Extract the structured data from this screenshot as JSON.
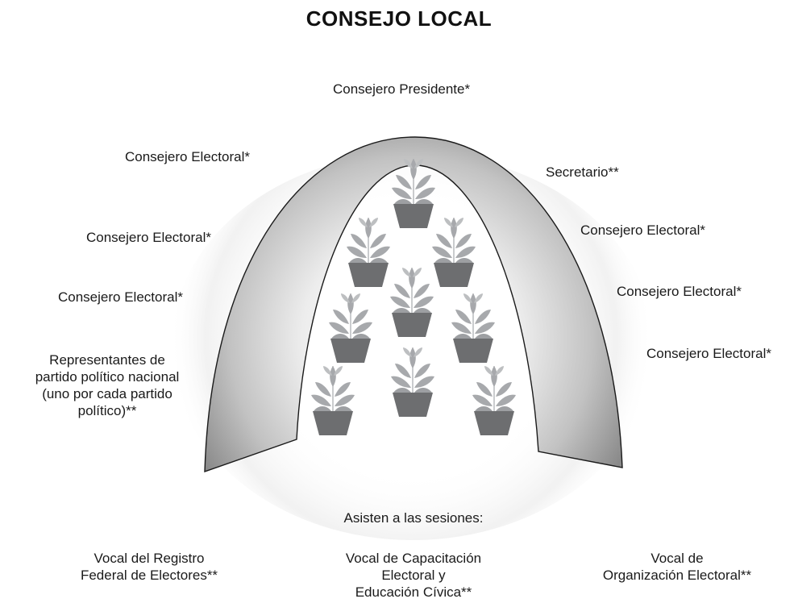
{
  "title": "CONSEJO LOCAL",
  "top_member": "Consejero Presidente*",
  "left_members": [
    "Consejero Electoral*",
    "Consejero Electoral*",
    "Consejero Electoral*"
  ],
  "right_members": [
    "Secretario**",
    "Consejero Electoral*",
    "Consejero Electoral*",
    "Consejero Electoral*"
  ],
  "party_reps": {
    "line1": "Representantes de",
    "line2": "partido político nacional",
    "line3": "(uno por cada partido",
    "line4": "político)**"
  },
  "attendees_heading": "Asisten a las sesiones:",
  "attendees": {
    "left": {
      "line1": "Vocal del Registro",
      "line2": "Federal de Electores**"
    },
    "center": {
      "line1": "Vocal de Capacitación",
      "line2": "Electoral y",
      "line3": "Educación Cívica**"
    },
    "right": {
      "line1": "Vocal de",
      "line2": "Organización Electoral**"
    }
  },
  "colors": {
    "arch_outer": "#8c8c8c",
    "arch_highlight": "#f2f2f2",
    "pot": "#6d6e70",
    "leaf": "#a7a9ac"
  }
}
